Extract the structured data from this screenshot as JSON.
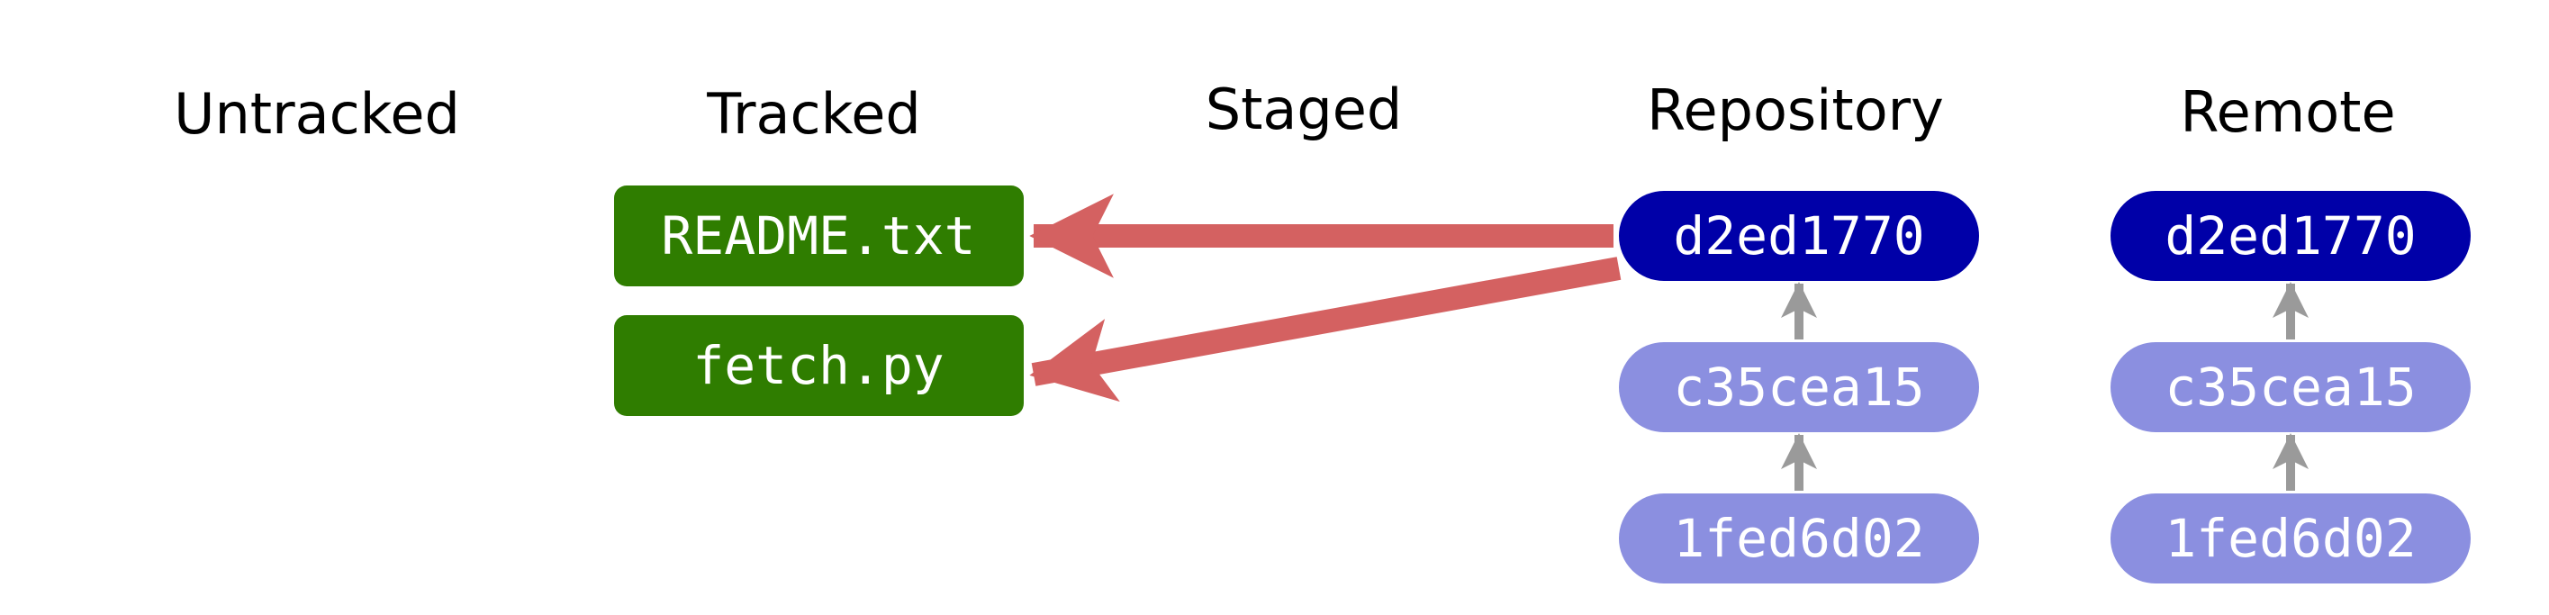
{
  "columns": {
    "untracked": "Untracked",
    "tracked": "Tracked",
    "staged": "Staged",
    "repository": "Repository",
    "remote": "Remote"
  },
  "tracked_files": [
    "README.txt",
    "fetch.py"
  ],
  "repository_commits": [
    "d2ed1770",
    "c35cea15",
    "1fed6d02"
  ],
  "remote_commits": [
    "d2ed1770",
    "c35cea15",
    "1fed6d02"
  ],
  "colors": {
    "file": "#2f7d00",
    "commit_current": "#0000a8",
    "commit_older": "#8b8fe0",
    "checkout_arrow": "#d46161",
    "parent_arrow": "#9a9a9a",
    "text": "#000000",
    "label": "#ffffff"
  }
}
